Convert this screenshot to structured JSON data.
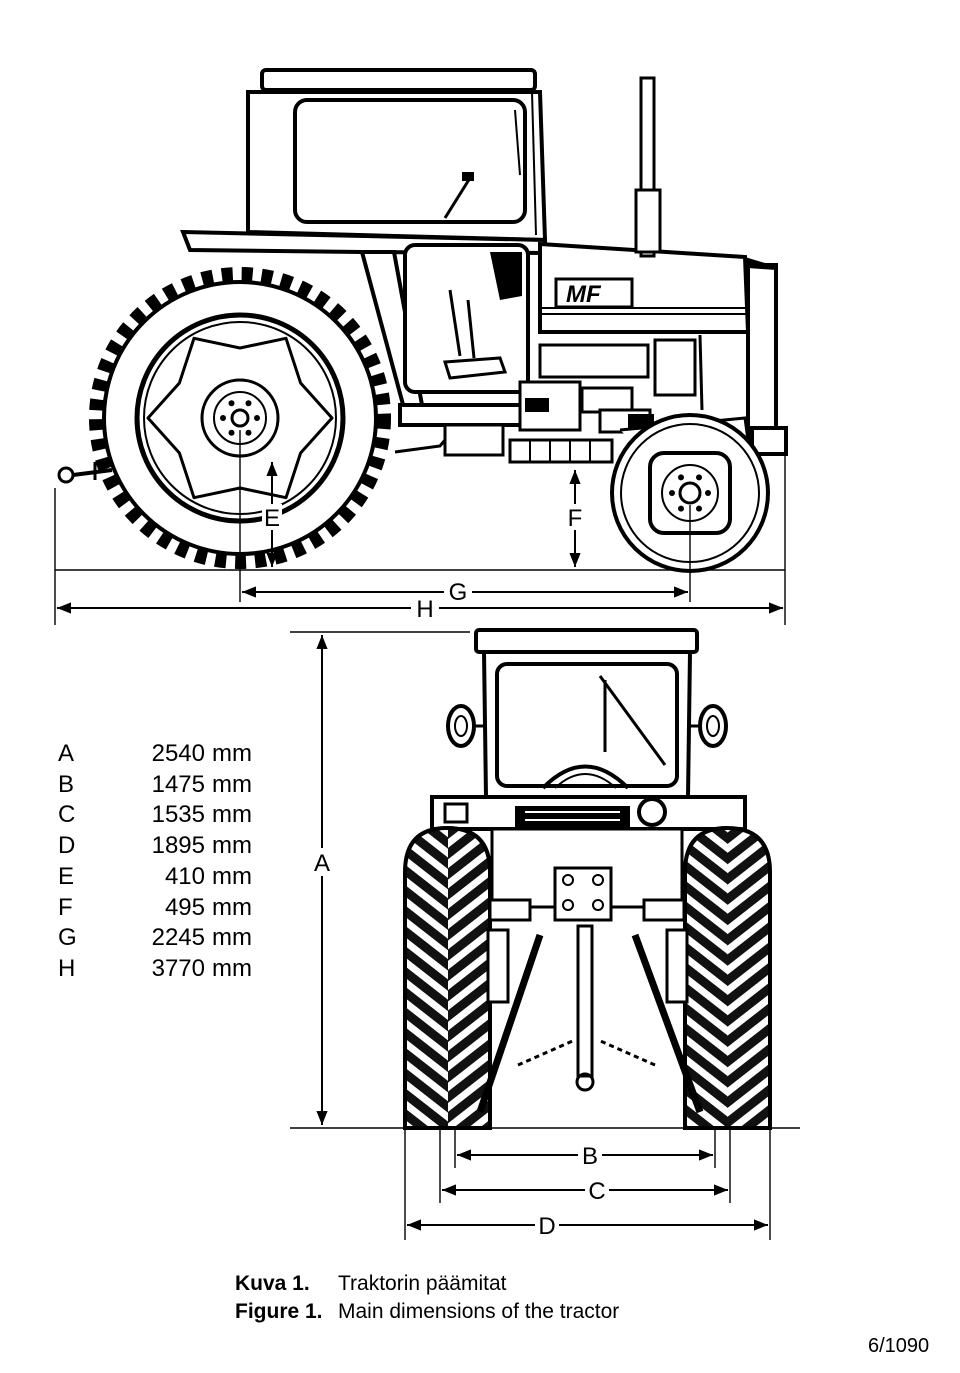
{
  "drawing": {
    "logo": "MF",
    "side_view": {
      "dim_e": "E",
      "dim_f": "F",
      "dim_g": "G",
      "dim_h": "H"
    },
    "rear_view": {
      "dim_a": "A",
      "dim_b": "B",
      "dim_c": "C",
      "dim_d": "D"
    }
  },
  "dimensions": [
    {
      "label": "A",
      "value": "2540",
      "unit": "mm"
    },
    {
      "label": "B",
      "value": "1475",
      "unit": "mm"
    },
    {
      "label": "C",
      "value": "1535",
      "unit": "mm"
    },
    {
      "label": "D",
      "value": "1895",
      "unit": "mm"
    },
    {
      "label": "E",
      "value": "410",
      "unit": "mm"
    },
    {
      "label": "F",
      "value": "495",
      "unit": "mm"
    },
    {
      "label": "G",
      "value": "2245",
      "unit": "mm"
    },
    {
      "label": "H",
      "value": "3770",
      "unit": "mm"
    }
  ],
  "caption": {
    "fi_label": "Kuva 1.",
    "fi_text": "Traktorin päämitat",
    "en_label": "Figure 1.",
    "en_text": "Main dimensions of the tractor"
  },
  "page_number": "6/1090"
}
